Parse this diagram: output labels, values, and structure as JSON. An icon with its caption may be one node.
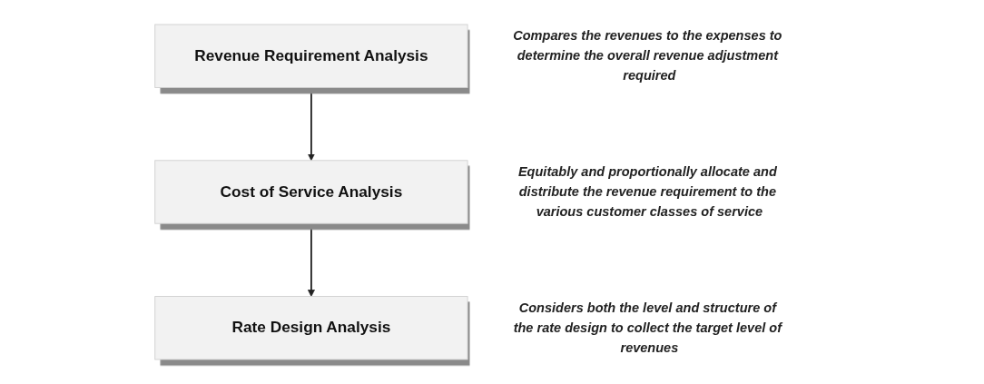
{
  "diagram": {
    "nodes": [
      {
        "text": [
          "Revenue Requirement Analysis"
        ],
        "beside": [
          "Compares the revenues to the expenses to determine the overall revenue adjustment required"
        ]
      },
      {
        "text": [
          "Cost of Service Analysis"
        ],
        "beside": [
          "Equitably and proportionally allocate and distribute the revenue requirement to the various customer classes of service"
        ]
      },
      {
        "text": [
          "Rate Design Analysis"
        ],
        "beside": [
          "Considers both the level and structure of the rate design to collect the target level of revenues"
        ]
      }
    ],
    "edges": [
      {
        "from": 0,
        "to": 1,
        "arrow": "to"
      },
      {
        "from": 1,
        "to": 2,
        "arrow": "to"
      }
    ]
  }
}
